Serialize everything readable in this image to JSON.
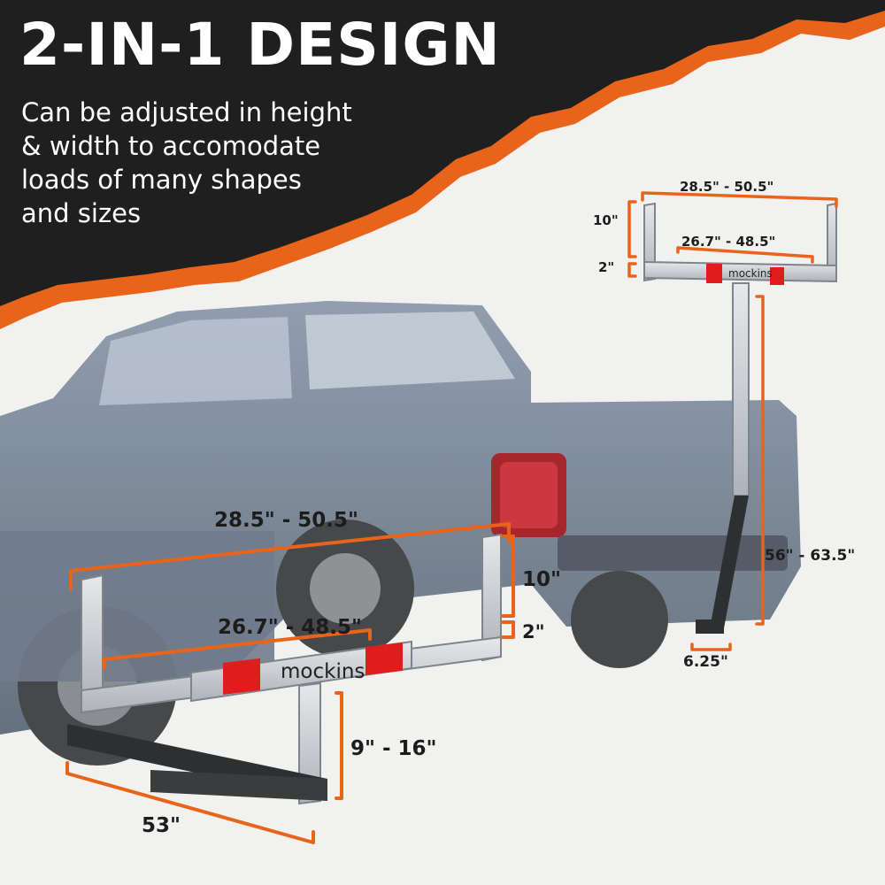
{
  "headline": "2-IN-1 DESIGN",
  "subtitle_lines": [
    "Can be adjusted in height",
    "& width to accomodate",
    "loads of many shapes",
    "and sizes"
  ],
  "brand": "mockins",
  "colors": {
    "accent": "#e8641a",
    "dark": "#1f1f1f",
    "reflector": "#e11c1c",
    "steel": "#c9cdd2",
    "truck": "#7d8a99"
  },
  "rack_large": {
    "top_width": "28.5\" - 50.5\"",
    "crossbar_width": "26.7\" - 48.5\"",
    "upright_height": "10\"",
    "bar_offset": "2\"",
    "post_height": "9\" - 16\"",
    "base_length": "53\""
  },
  "rack_small": {
    "top_width": "28.5\" - 50.5\"",
    "crossbar_width": "26.7\" - 48.5\"",
    "upright_height": "10\"",
    "bar_offset": "2\"",
    "post_height": "56\" - 63.5\"",
    "base_width": "6.25\""
  }
}
